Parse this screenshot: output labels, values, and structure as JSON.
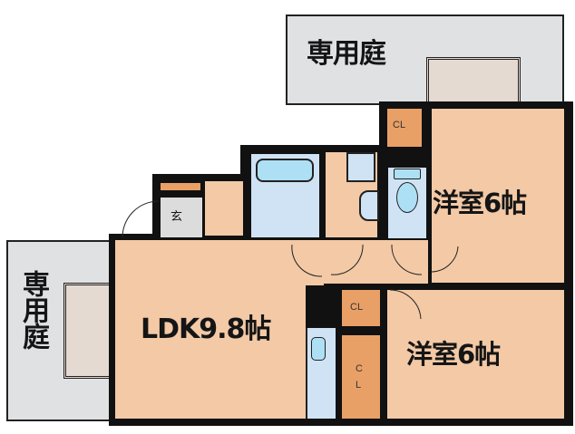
{
  "floor_plan": {
    "rooms": [
      {
        "id": "garden_top",
        "label": "専用庭"
      },
      {
        "id": "garden_left",
        "label": "専用庭"
      },
      {
        "id": "ldk",
        "label": "LDK9.8帖"
      },
      {
        "id": "western_room_1",
        "label": "洋室6帖"
      },
      {
        "id": "western_room_2",
        "label": "洋室6帖"
      },
      {
        "id": "entrance",
        "label": "玄"
      },
      {
        "id": "closet_1",
        "label": "CL"
      },
      {
        "id": "closet_2",
        "label": "CL"
      },
      {
        "id": "closet_3",
        "label": "C L"
      }
    ],
    "colors": {
      "room_fill": "#f3c9a6",
      "closet_fill": "#e9a066",
      "wet_area_fill": "#cfe3f5",
      "garden_fill": "#dfe1e3",
      "wall": "#111111"
    }
  }
}
